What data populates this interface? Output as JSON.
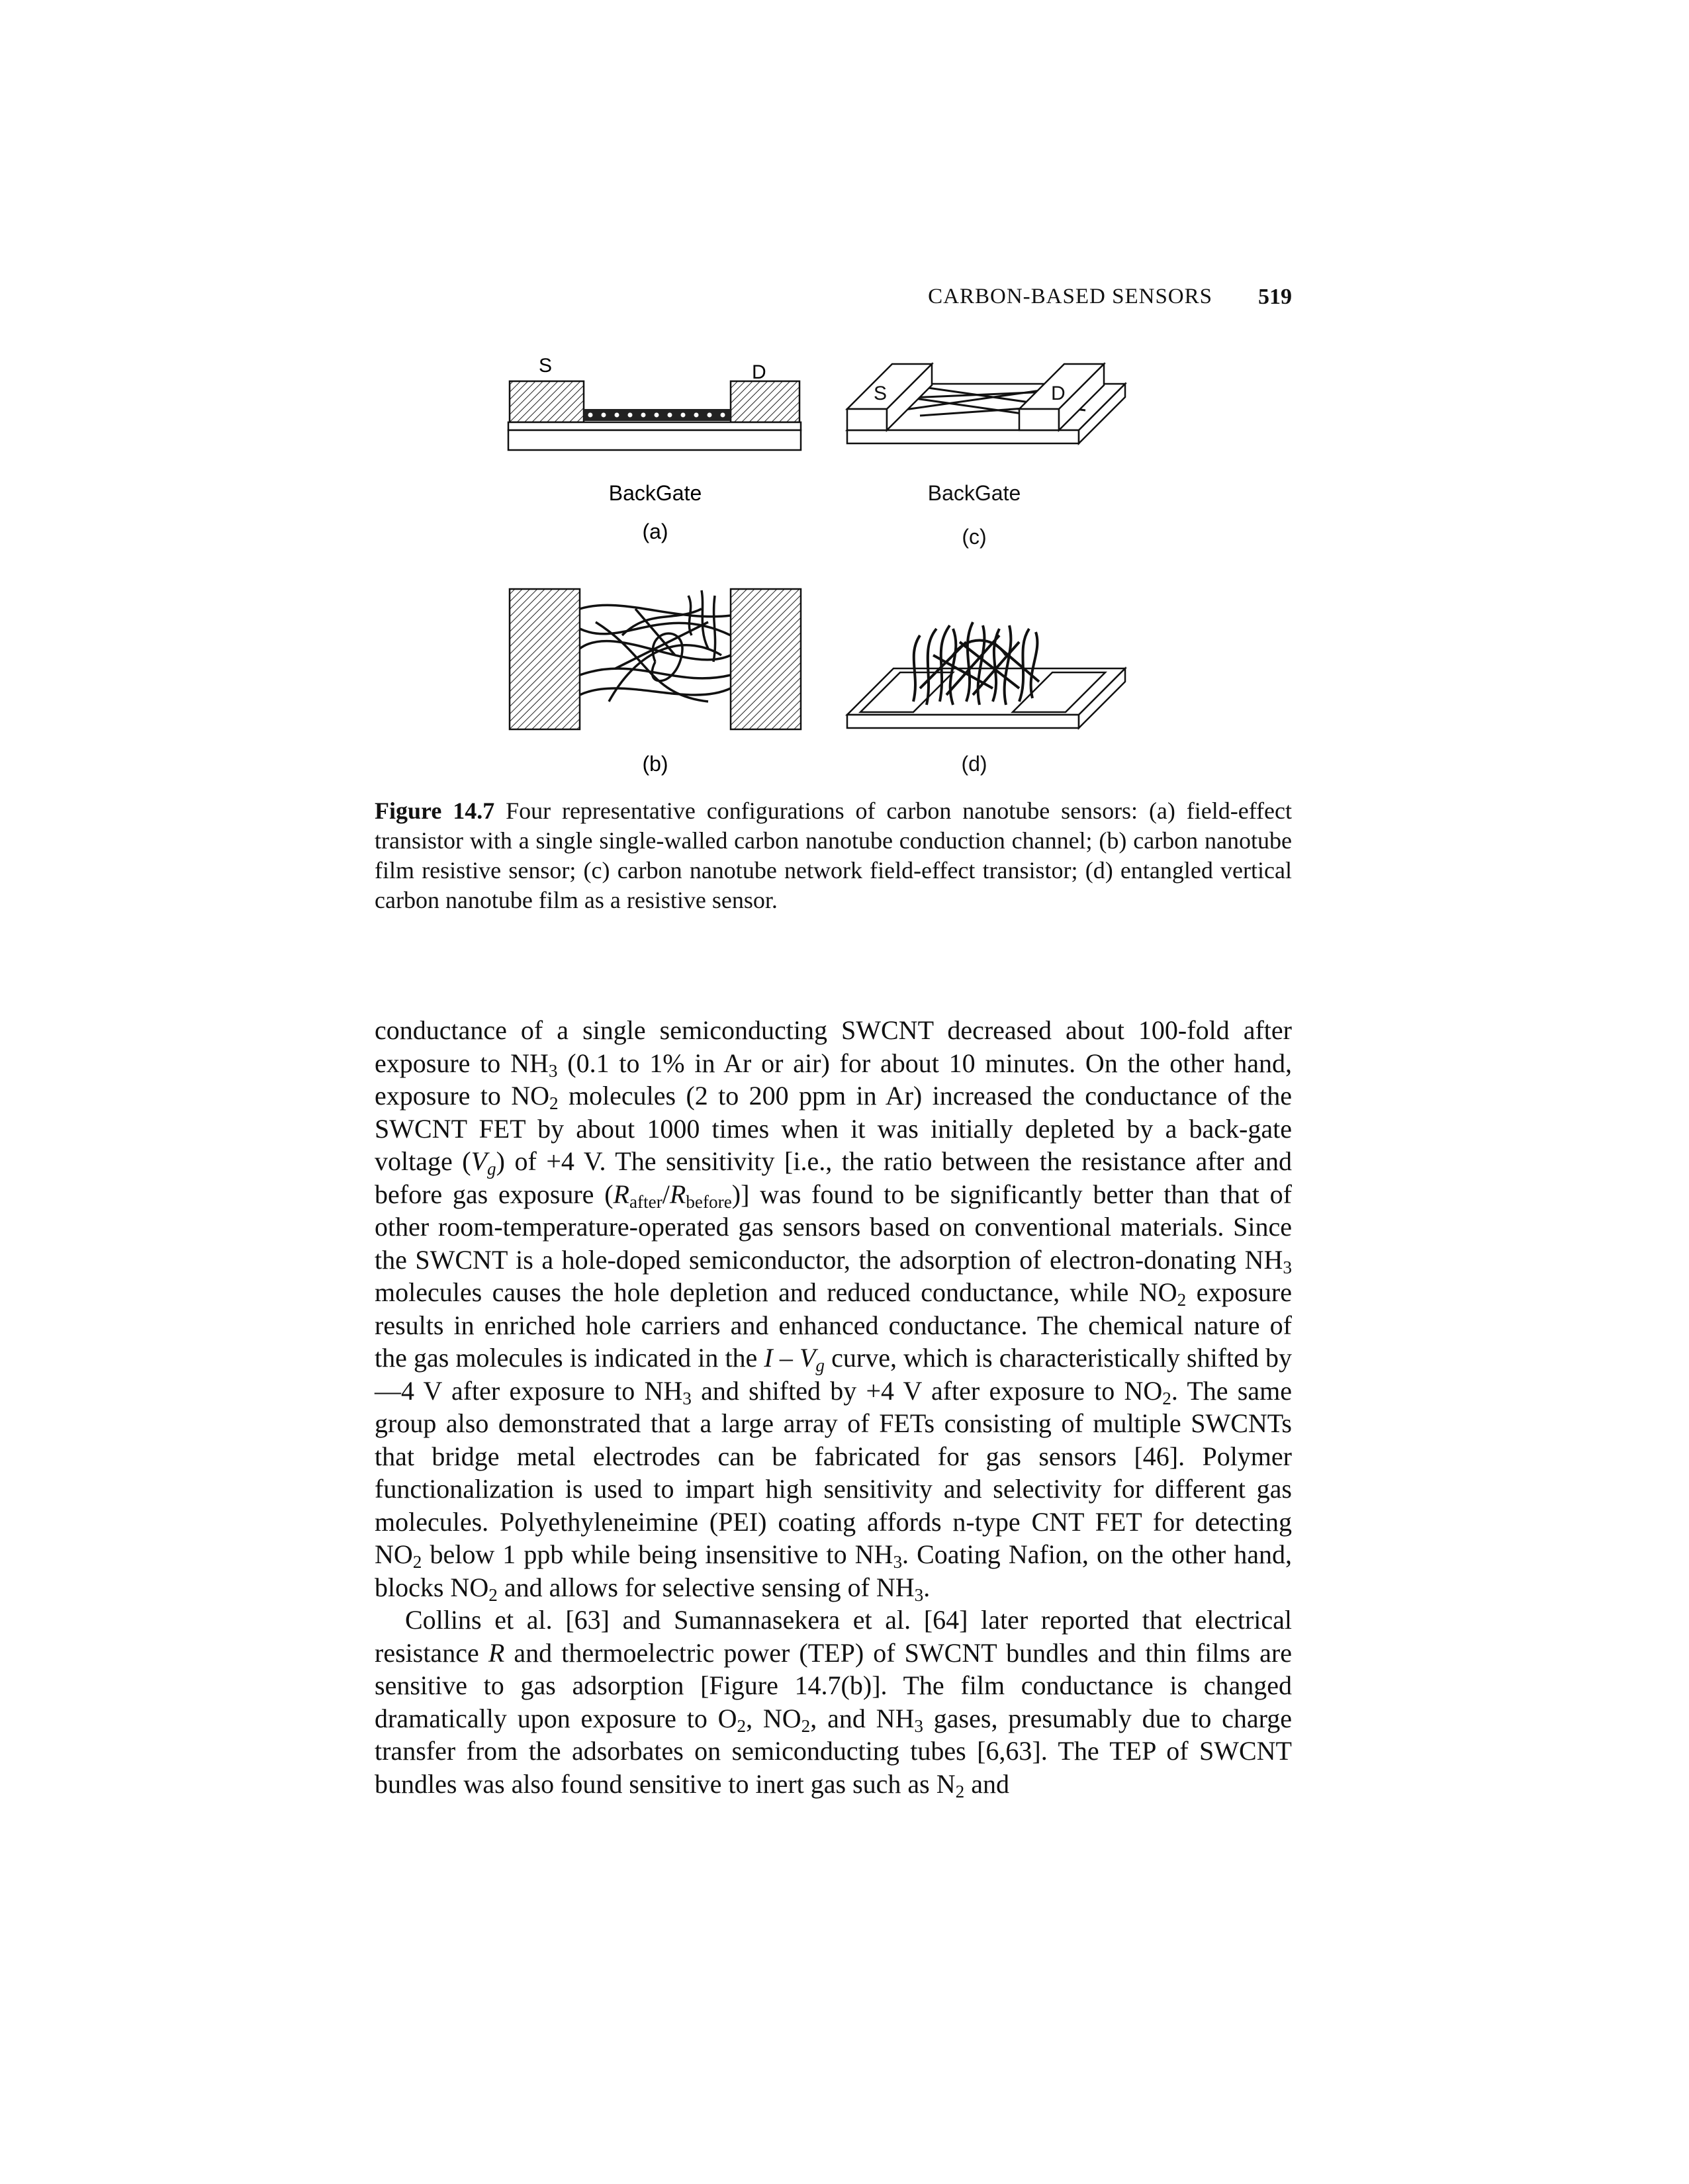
{
  "header": {
    "running_head": "CARBON-BASED SENSORS",
    "page_number": "519"
  },
  "figure": {
    "panel_a": {
      "label": "(a)",
      "caption_label": "BackGate",
      "source_label": "S",
      "drain_label": "D"
    },
    "panel_b": {
      "label": "(b)"
    },
    "panel_c": {
      "label": "(c)",
      "caption_label": "BackGate",
      "source_label": "S",
      "drain_label": "D"
    },
    "panel_d": {
      "label": "(d)"
    }
  },
  "caption": {
    "label": "Figure 14.7",
    "text": "Four representative configurations of carbon nanotube sensors: (a) field-effect transistor with a single single-walled carbon nanotube conduction channel; (b) carbon nanotube film resistive sensor; (c) carbon nanotube network field-effect transistor; (d) entangled vertical carbon nanotube film as a resistive sensor."
  },
  "body": {
    "p1": {
      "s1": "conductance of a single semiconducting SWCNT decreased about 100-fold after exposure to NH",
      "sub1": "3",
      "s2": " (0.1 to 1% in Ar or air) for about 10 minutes. On the other hand, exposure to NO",
      "sub2": "2",
      "s3": " molecules (2 to 200 ppm in Ar) increased the conductance of the SWCNT FET by about 1000 times when it was initially depleted by a back-gate voltage (",
      "vg_v": "V",
      "vg_g": "g",
      "s4": ") of +4 V. The sensitivity [i.e., the ratio between the resistance after and before gas exposure (",
      "r1": "R",
      "r1_sub": "after",
      "slash": "/",
      "r2": "R",
      "r2_sub": "before",
      "s5": ")] was found to be significantly better than that of other room-temperature-operated gas sensors based on conventional materials. Since the SWCNT is a hole-doped semiconductor, the adsorption of electron-donating NH",
      "sub3": "3",
      "s6": " molecules causes the hole depletion and reduced conductance, while NO",
      "sub4": "2",
      "s7": " exposure results in enriched hole carriers and enhanced conductance. The chemical nature of the gas molecules is indicated in the ",
      "iv_i": "I",
      "iv_dash": " – ",
      "iv_v": "V",
      "iv_g": "g",
      "s8": " curve, which is characteristically shifted by—4 V after exposure to NH",
      "sub5": "3",
      "s9": " and shifted by +4 V after exposure to NO",
      "sub6": "2",
      "s10": ". The same group also demonstrated that a large array of FETs consisting of multiple SWCNTs that bridge metal electrodes can be fabricated for gas sensors [46]. Polymer functionalization is used to impart high sensitivity and selectivity for different gas molecules. Polyethyleneimine (PEI) coating affords n-type CNT FET for detecting NO",
      "sub7": "2",
      "s11": " below 1 ppb while being insensitive to NH",
      "sub8": "3",
      "s12": ". Coating Nafion, on the other hand, blocks NO",
      "sub9": "2",
      "s13": " and allows for selective sensing of NH",
      "sub10": "3",
      "s14": "."
    },
    "p2": {
      "s1": "Collins et al. [63] and Sumannasekera et al. [64] later reported that electrical resistance ",
      "r": "R",
      "s2": " and thermoelectric power (TEP) of SWCNT bundles and thin films are sensitive to gas adsorption [Figure 14.7(b)]. The film conductance is changed dramatically upon exposure to O",
      "sub1": "2",
      "s3": ", NO",
      "sub2": "2",
      "s4": ", and NH",
      "sub3": "3",
      "s5": " gases, presumably due to charge transfer from the adsorbates on semiconducting tubes [6,63]. The TEP of SWCNT bundles was also found sensitive to inert gas such as N",
      "sub4": "2",
      "s6": " and"
    }
  }
}
